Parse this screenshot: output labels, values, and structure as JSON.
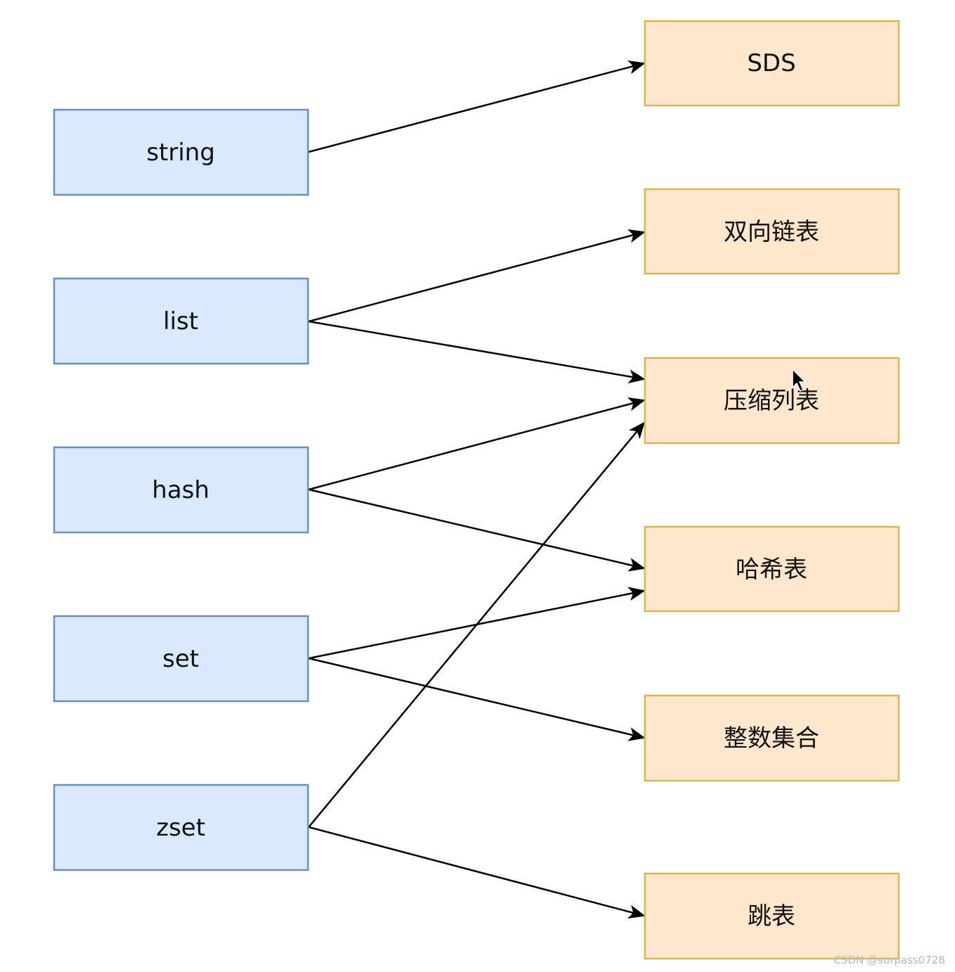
{
  "colors": {
    "source_fill": "#dae8fc",
    "source_stroke": "#6c8ebf",
    "target_fill": "#ffe6cc",
    "target_stroke": "#d6b656",
    "edge": "#000000"
  },
  "sources": [
    {
      "id": "string",
      "label": "string"
    },
    {
      "id": "list",
      "label": "list"
    },
    {
      "id": "hash",
      "label": "hash"
    },
    {
      "id": "set",
      "label": "set"
    },
    {
      "id": "zset",
      "label": "zset"
    }
  ],
  "targets": [
    {
      "id": "sds",
      "label": "SDS"
    },
    {
      "id": "linkedlist",
      "label": "双向链表"
    },
    {
      "id": "ziplist",
      "label": "压缩列表"
    },
    {
      "id": "hashtable",
      "label": "哈希表"
    },
    {
      "id": "intset",
      "label": "整数集合"
    },
    {
      "id": "skiplist",
      "label": "跳表"
    }
  ],
  "edges": [
    {
      "from": "string",
      "to": "sds"
    },
    {
      "from": "list",
      "to": "linkedlist"
    },
    {
      "from": "list",
      "to": "ziplist"
    },
    {
      "from": "hash",
      "to": "ziplist"
    },
    {
      "from": "hash",
      "to": "hashtable"
    },
    {
      "from": "set",
      "to": "hashtable"
    },
    {
      "from": "set",
      "to": "intset"
    },
    {
      "from": "zset",
      "to": "ziplist"
    },
    {
      "from": "zset",
      "to": "skiplist"
    }
  ],
  "watermark": "CSDN @surpass0728"
}
